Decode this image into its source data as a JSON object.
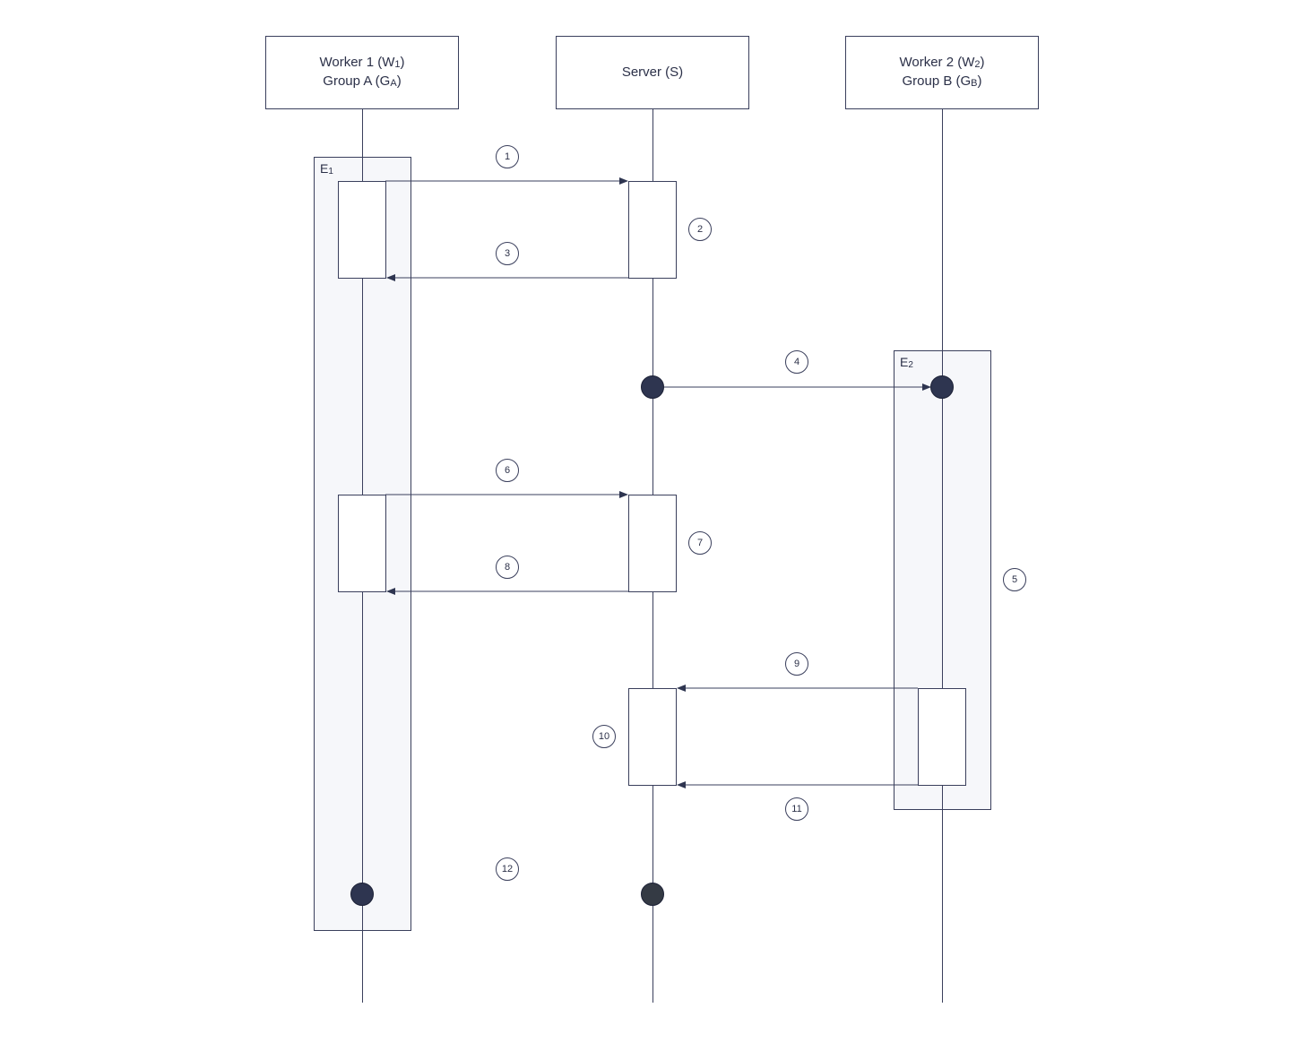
{
  "participants": {
    "worker1": {
      "line1": "Worker 1 (W",
      "sub1": "1",
      "close1": ")",
      "line2": "Group A (G",
      "sub2": "A",
      "close2": ")"
    },
    "server": {
      "line1": "Server (S)"
    },
    "worker2": {
      "line1": "Worker 2 (W",
      "sub1": "2",
      "close1": ")",
      "line2": "Group B (G",
      "sub2": "B",
      "close2": ")"
    }
  },
  "groups": {
    "e1": {
      "label": "E",
      "sub": "1"
    },
    "e2": {
      "label": "E",
      "sub": "2"
    }
  },
  "steps": [
    "1",
    "2",
    "3",
    "4",
    "5",
    "6",
    "7",
    "8",
    "9",
    "10",
    "11",
    "12"
  ],
  "colors": {
    "line": "#3a3f5c",
    "dot": "#2e3550",
    "group_fill": "#eef1f5"
  }
}
